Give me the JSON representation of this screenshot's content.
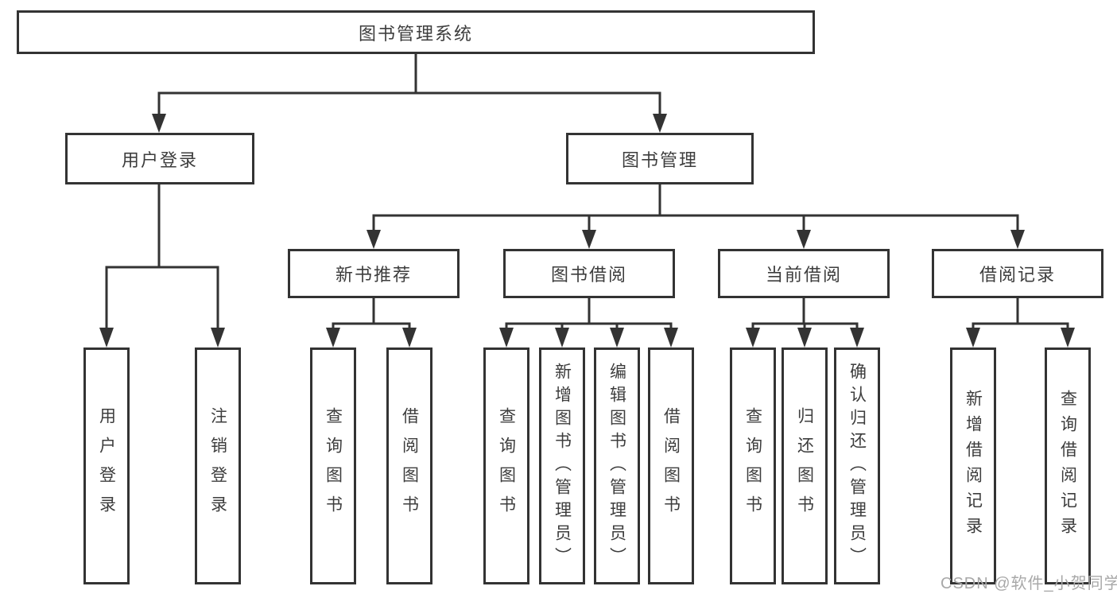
{
  "diagram_title": "图书管理系统",
  "colors": {
    "line": "#333333",
    "text": "#3d3d3d",
    "box_background": "#ffffff",
    "watermark": "#a8a8a8"
  },
  "root": {
    "label": "图书管理系统"
  },
  "level2": [
    {
      "label": "用户登录"
    },
    {
      "label": "图书管理"
    }
  ],
  "level3": [
    {
      "label": "新书推荐"
    },
    {
      "label": "图书借阅"
    },
    {
      "label": "当前借阅"
    },
    {
      "label": "借阅记录"
    }
  ],
  "leaves": [
    {
      "label": "用户登录"
    },
    {
      "label": "注销登录"
    },
    {
      "label": "查询图书"
    },
    {
      "label": "借阅图书"
    },
    {
      "label": "查询图书"
    },
    {
      "label": "新增图书（管理员）"
    },
    {
      "label": "编辑图书（管理员）"
    },
    {
      "label": "借阅图书"
    },
    {
      "label": "查询图书"
    },
    {
      "label": "归还图书"
    },
    {
      "label": "确认归还（管理员）"
    },
    {
      "label": "新增借阅记录"
    },
    {
      "label": "查询借阅记录"
    }
  ],
  "watermark": "CSDN @软件_小贺同学"
}
